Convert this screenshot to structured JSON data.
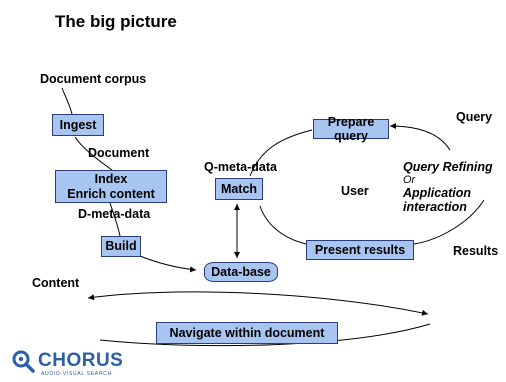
{
  "title": "The big picture",
  "labels": {
    "document_corpus": "Document corpus",
    "document": "Document",
    "d_meta_data": "D-meta-data",
    "q_meta_data": "Q-meta-data",
    "user": "User",
    "query": "Query",
    "results": "Results",
    "content": "Content",
    "query_refining": "Query Refining",
    "or": "Or",
    "application": "Application",
    "interaction": "interaction"
  },
  "boxes": {
    "ingest": "Ingest",
    "index_line1": "Index",
    "index_line2": "Enrich content",
    "build": "Build",
    "match": "Match",
    "database": "Data-base",
    "prepare_query": "Prepare query",
    "present_results": "Present results",
    "navigate": "Navigate within document"
  },
  "logo": {
    "name": "CHORUS",
    "tagline": "AUDIO-VISUAL SEARCH"
  },
  "colors": {
    "box_fill": "#a8c4f0",
    "box_border": "#2a3f7a",
    "logo_blue": "#2c5fa8"
  }
}
